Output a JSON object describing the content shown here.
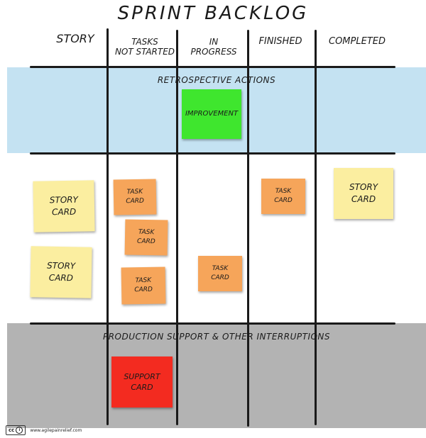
{
  "board": {
    "title": "SPRINT BACKLOG",
    "columns": [
      {
        "key": "story",
        "label": "STORY"
      },
      {
        "key": "not_started",
        "label_lines": [
          "TASKS",
          "NOT STARTED"
        ]
      },
      {
        "key": "in_progress",
        "label_lines": [
          "IN",
          "PROGRESS"
        ]
      },
      {
        "key": "finished",
        "label": "FINISHED"
      },
      {
        "key": "completed",
        "label": "COMPLETED"
      }
    ],
    "bands": {
      "retro": "RETROSPECTIVE ACTIONS",
      "production": "PRODUCTION SUPPORT & OTHER INTERRUPTIONS"
    }
  },
  "cards": {
    "improvement": "IMPROVEMENT",
    "story_1": [
      "STORY",
      "CARD"
    ],
    "story_2": [
      "STORY",
      "CARD"
    ],
    "story_completed": [
      "STORY",
      "CARD"
    ],
    "task_1": [
      "TASK",
      "CARD"
    ],
    "task_2": [
      "TASK",
      "CARD"
    ],
    "task_3": [
      "TASK",
      "CARD"
    ],
    "task_in_progress": [
      "TASK",
      "CARD"
    ],
    "task_finished": [
      "TASK",
      "CARD"
    ],
    "support": [
      "SUPPORT",
      "CARD"
    ]
  },
  "footer": {
    "license_badge": "cc",
    "license_symbol": "i",
    "url": "www.agilepainrelief.com"
  },
  "colors": {
    "retro_band": "#c4e2f2",
    "production_band": "#b3b3b3",
    "story_card": "#fbeea0",
    "task_card": "#f6a55a",
    "improvement_card": "#3fe62e",
    "support_card": "#f32b20"
  }
}
